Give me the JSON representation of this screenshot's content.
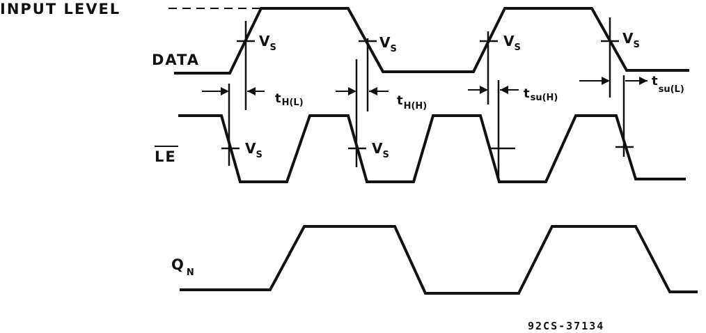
{
  "labels": {
    "input_level": "INPUT LEVEL",
    "data": "DATA",
    "le": "LE",
    "qn": "Q",
    "qn_sub": "N",
    "figure_code": "92CS-37134"
  },
  "vs": {
    "main": "V",
    "sub": "S"
  },
  "timing": {
    "th_low": {
      "main": "t",
      "sub": "H(L)"
    },
    "th_high": {
      "main": "t",
      "sub": "H(H)"
    },
    "tsu_high": {
      "main": "t",
      "sub": "su(H)"
    },
    "tsu_low": {
      "main": "t",
      "sub": "su(L)"
    }
  },
  "colors": {
    "ink": "#111111",
    "background": "#ffffff"
  }
}
